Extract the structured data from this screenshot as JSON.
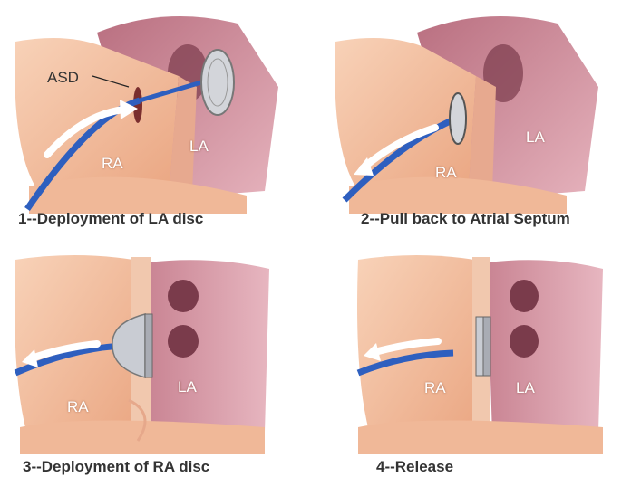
{
  "colors": {
    "ra_wall": "#f6c4a6",
    "ra_shadow": "#d98f6e",
    "la_wall": "#d99aa6",
    "la_shadow": "#a35c6c",
    "catheter": "#2e5fbf",
    "device": "#b9bcc4",
    "arrow": "#ffffff"
  },
  "labels": {
    "asd": "ASD",
    "ra": "RA",
    "la": "LA"
  },
  "steps": [
    {
      "caption": "1--Deployment of LA disc"
    },
    {
      "caption": "2--Pull back to Atrial Septum"
    },
    {
      "caption": "3--Deployment of RA disc"
    },
    {
      "caption": "4--Release"
    }
  ]
}
